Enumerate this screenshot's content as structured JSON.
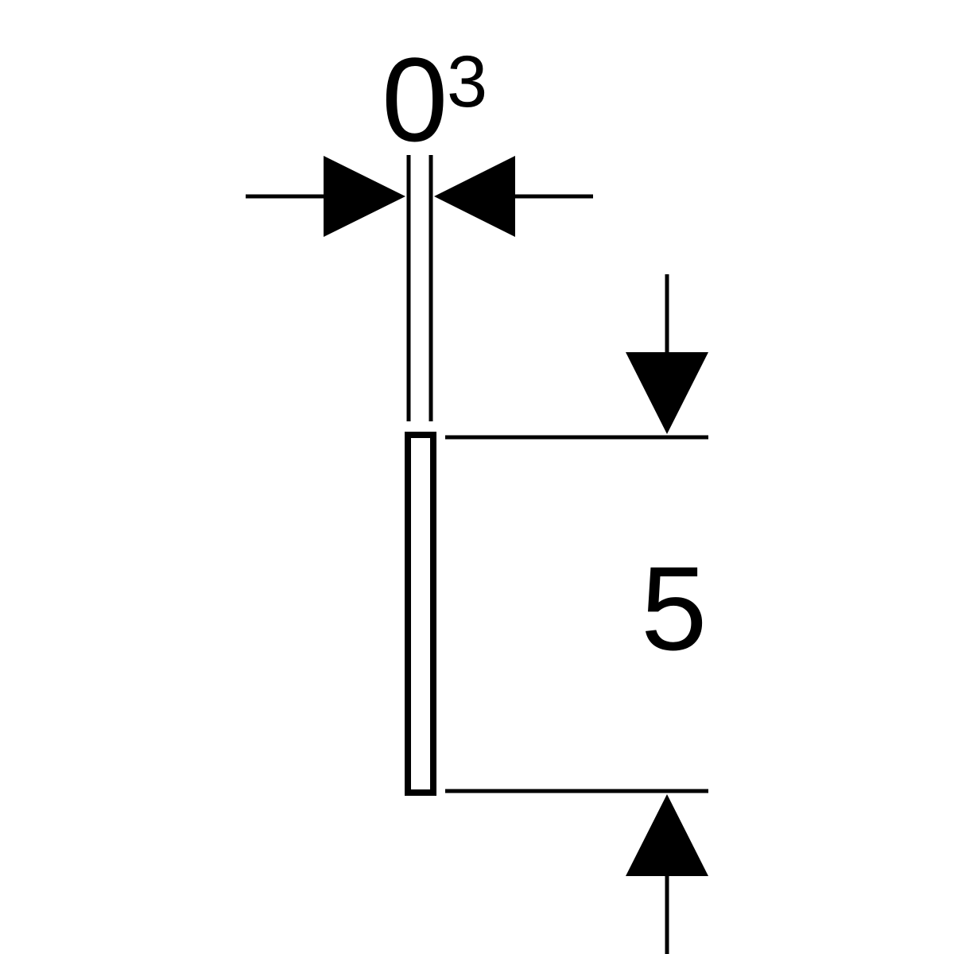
{
  "drawing": {
    "width_dimension": {
      "value": "0",
      "superscript": "3"
    },
    "height_dimension": {
      "value": "5"
    },
    "colors": {
      "line": "#000000",
      "background": "#ffffff"
    }
  }
}
